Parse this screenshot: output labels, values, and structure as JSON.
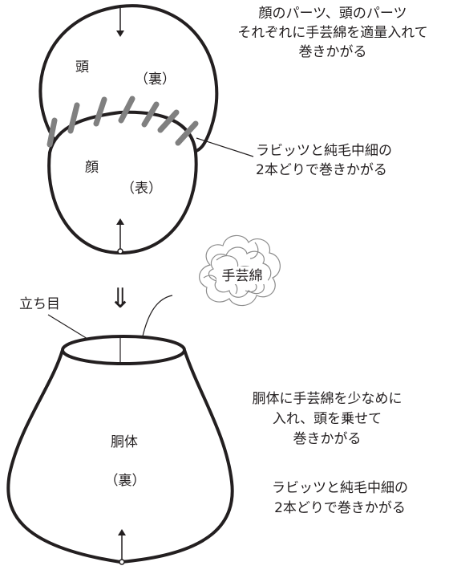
{
  "head": {
    "back_label": "頭",
    "back_side": "（裏）",
    "face_label": "顔",
    "face_side": "（表）"
  },
  "notes": {
    "stuffing_line1": "顔のパーツ、頭のパーツ",
    "stuffing_line2": "それぞれに手芸綿を適量入れて",
    "stuffing_line3": "巻きかがる",
    "yarn_line1": "ラビッツと純毛中細の",
    "yarn_line2": "2本どりで巻きかがる",
    "body_line1": "胴体に手芸綿を少なめに",
    "body_line2": "入れ、頭を乗せて",
    "body_line3": "巻きかがる",
    "yarn2_line1": "ラビッツと純毛中細の",
    "yarn2_line2": "2本どりで巻きかがる"
  },
  "cotton_label": "手芸綿",
  "raised_row_label": "立ち目",
  "down_arrow": "⇓",
  "torso": {
    "label": "胴体",
    "side": "（裏）"
  },
  "colors": {
    "line": "#231f20",
    "stitch": "#808080",
    "cotton": "#8c8c8c"
  }
}
